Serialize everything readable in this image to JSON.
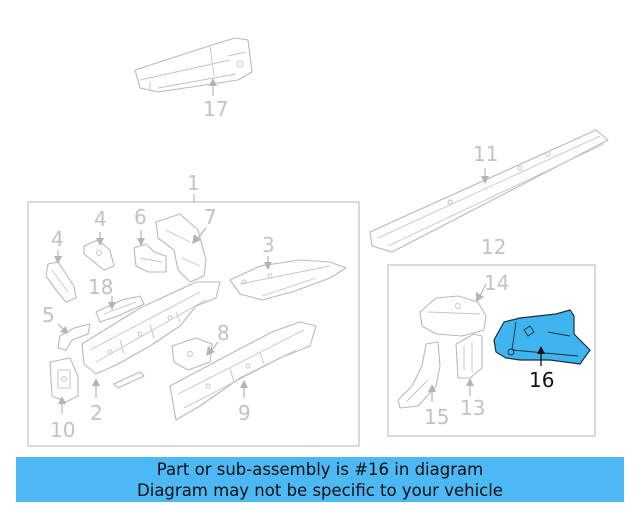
{
  "callouts": {
    "n1": "1",
    "n2": "2",
    "n3": "3",
    "n4a": "4",
    "n4b": "4",
    "n5": "5",
    "n6": "6",
    "n7": "7",
    "n8": "8",
    "n9": "9",
    "n10": "10",
    "n11": "11",
    "n12": "12",
    "n13": "13",
    "n14": "14",
    "n15": "15",
    "n16": "16",
    "n17": "17",
    "n18": "18"
  },
  "highlight": {
    "part": "16",
    "color": "#3fb4ee"
  },
  "banner": {
    "line1": "Part or sub-assembly is #16 in diagram",
    "line2": "Diagram may not be specific to your vehicle",
    "color": "#4cb8f4"
  }
}
